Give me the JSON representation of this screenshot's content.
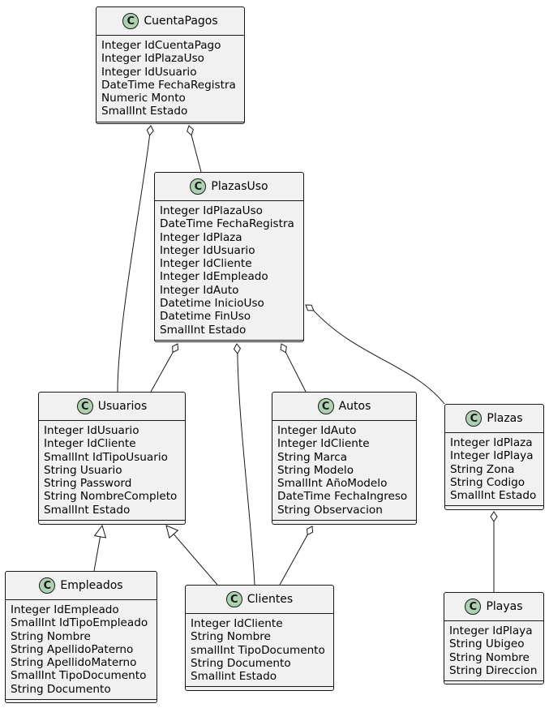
{
  "classes": {
    "cuentapagos": {
      "stereotype": "C",
      "name": "CuentaPagos",
      "attributes": [
        "Integer IdCuentaPago",
        "Integer IdPlazaUso",
        "Integer IdUsuario",
        "DateTime FechaRegistra",
        "Numeric Monto",
        "SmallInt Estado"
      ]
    },
    "plazasuso": {
      "stereotype": "C",
      "name": "PlazasUso",
      "attributes": [
        "Integer IdPlazaUso",
        "DateTime FechaRegistra",
        "Integer IdPlaza",
        "Integer IdUsuario",
        "Integer IdCliente",
        "Integer IdEmpleado",
        "Integer IdAuto",
        "Datetime InicioUso",
        "Datetime FinUso",
        "SmallInt Estado"
      ]
    },
    "usuarios": {
      "stereotype": "C",
      "name": "Usuarios",
      "attributes": [
        "Integer IdUsuario",
        "Integer IdCliente",
        "SmallInt IdTipoUsuario",
        "String Usuario",
        "String Password",
        "String NombreCompleto",
        "SmallInt Estado"
      ]
    },
    "autos": {
      "stereotype": "C",
      "name": "Autos",
      "attributes": [
        "Integer IdAuto",
        "Integer IdCliente",
        "String Marca",
        "String Modelo",
        "SmallInt AñoModelo",
        "DateTime FechaIngreso",
        "String Observacion"
      ]
    },
    "plazas": {
      "stereotype": "C",
      "name": "Plazas",
      "attributes": [
        "Integer IdPlaza",
        "Integer IdPlaya",
        "String Zona",
        "String Codigo",
        "SmallInt Estado"
      ]
    },
    "empleados": {
      "stereotype": "C",
      "name": "Empleados",
      "attributes": [
        "Integer IdEmpleado",
        "SmallInt IdTipoEmpleado",
        "String Nombre",
        "String ApellidoPaterno",
        "String ApellidoMaterno",
        "SmallInt TipoDocumento",
        "String Documento"
      ]
    },
    "clientes": {
      "stereotype": "C",
      "name": "Clientes",
      "attributes": [
        "Integer IdCliente",
        "String Nombre",
        "smallInt TipoDocumento",
        "String Documento",
        "Smallint Estado"
      ]
    },
    "playas": {
      "stereotype": "C",
      "name": "Playas",
      "attributes": [
        "Integer IdPlaya",
        "String Ubigeo",
        "String Nombre",
        "String Direccion"
      ]
    }
  },
  "relations": [
    {
      "from": "cuentapagos",
      "to": "usuarios",
      "type": "aggregation"
    },
    {
      "from": "cuentapagos",
      "to": "plazasuso",
      "type": "aggregation"
    },
    {
      "from": "plazasuso",
      "to": "usuarios",
      "type": "aggregation"
    },
    {
      "from": "plazasuso",
      "to": "clientes",
      "type": "aggregation"
    },
    {
      "from": "plazasuso",
      "to": "autos",
      "type": "aggregation"
    },
    {
      "from": "plazasuso",
      "to": "plazas",
      "type": "aggregation"
    },
    {
      "from": "autos",
      "to": "clientes",
      "type": "aggregation"
    },
    {
      "from": "plazas",
      "to": "playas",
      "type": "aggregation"
    },
    {
      "from": "usuarios",
      "to": "empleados",
      "type": "inheritance"
    },
    {
      "from": "usuarios",
      "to": "clientes",
      "type": "inheritance"
    }
  ]
}
